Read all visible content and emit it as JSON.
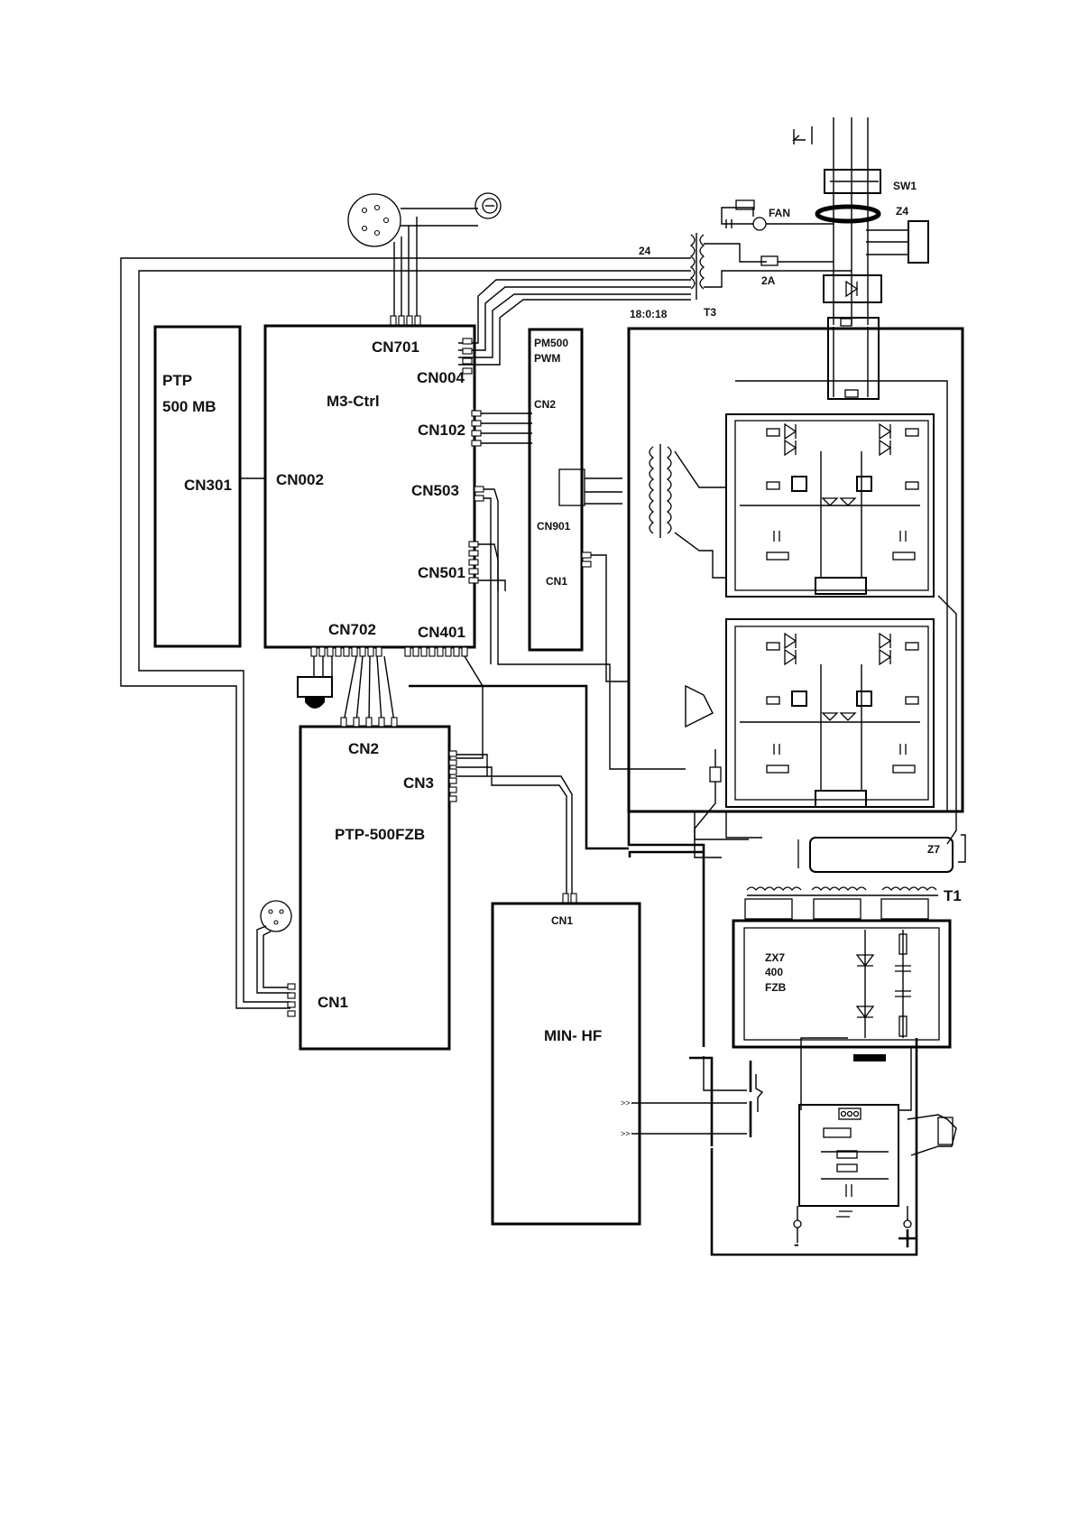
{
  "boards": {
    "ptp_mb": {
      "title": "PTP",
      "subtitle": "500 MB",
      "connector": "CN301"
    },
    "m3_ctrl": {
      "title": "M3-Ctrl",
      "cn002": "CN002",
      "cn701": "CN701",
      "cn004": "CN004",
      "cn102": "CN102",
      "cn503": "CN503",
      "cn501": "CN501",
      "cn702": "CN702",
      "cn401": "CN401"
    },
    "pm500": {
      "title": "PM500",
      "subtitle": "PWM",
      "cn2": "CN2",
      "cn901": "CN901",
      "cn1": "CN1"
    },
    "ptp_fzb": {
      "title": "PTP-500FZB",
      "cn2": "CN2",
      "cn3": "CN3",
      "cn1": "CN1"
    },
    "min_hf": {
      "title": "MIN- HF",
      "cn1": "CN1"
    },
    "zx7": {
      "line1": "ZX7",
      "line2": "400",
      "line3": "FZB"
    }
  },
  "components": {
    "sw1": "SW1",
    "z4": "Z4",
    "fan": "FAN",
    "fuse": "2A",
    "t3": "T3",
    "t3_ratio": "18:0:18",
    "t3_secondary": "24",
    "z7": "Z7",
    "t1": "T1"
  },
  "polarity": {
    "negative": "-",
    "positive": "+"
  }
}
